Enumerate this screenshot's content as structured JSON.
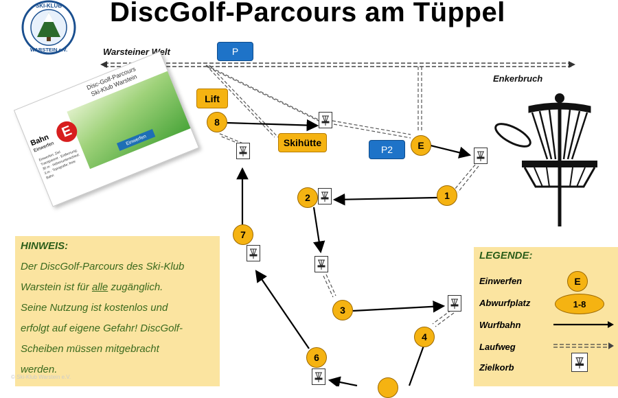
{
  "title": "DiscGolf-Parcours am Tüppel",
  "logo": {
    "top_text": "SKI-KLUB",
    "bottom_text": "WARSTEIN e.V."
  },
  "locations": {
    "west": "Warsteiner Welt",
    "east": "Enkerbruch"
  },
  "parking": {
    "p1": "P",
    "p2": "P2"
  },
  "places": {
    "lift": "Lift",
    "hut": "Skihütte"
  },
  "stations": {
    "entry": "E",
    "s1": "1",
    "s2": "2",
    "s3": "3",
    "s4": "4",
    "s6": "6",
    "s7": "7",
    "s8": "8"
  },
  "hint": {
    "title": "HINWEIS:",
    "line1": "Der DiscGolf-Parcours des Ski-Klub",
    "line2_pre": "Warstein ist für ",
    "line2_u": "alle",
    "line2_post": " zugänglich.",
    "line3": "Seine Nutzung ist kostenlos und",
    "line4": "erfolgt auf eigene Gefahr! DiscGolf-",
    "line5": "Scheiben müssen mitgebracht",
    "line6": "werden."
  },
  "legend": {
    "title": "LEGENDE:",
    "items": [
      {
        "label": "Einwerfen",
        "symbol": "E"
      },
      {
        "label": "Abwurfplatz",
        "symbol": "1-8"
      },
      {
        "label": "Wurfbahn"
      },
      {
        "label": "Laufweg"
      },
      {
        "label": "Zielkorb"
      }
    ]
  },
  "card": {
    "header_line1": "Disc-Golf-Parcours",
    "header_line2": "Ski-Klub Warstein",
    "badge": "E",
    "bahn": "Bahn",
    "einwerfen_small": "Einwerfen",
    "button": "Einwerfen",
    "small_text": "Einwerfen: Ziel Transparent · Entfernung: 30 m · Höhenunterschied: 3 m · Topografie: freie Bahn"
  },
  "copyright": "© Ski-Klub Warstein e.V.",
  "colors": {
    "accent": "#f5b312",
    "blue": "#1e73c8",
    "panel": "#fbe4a0",
    "text_green": "#3b6a1e"
  }
}
